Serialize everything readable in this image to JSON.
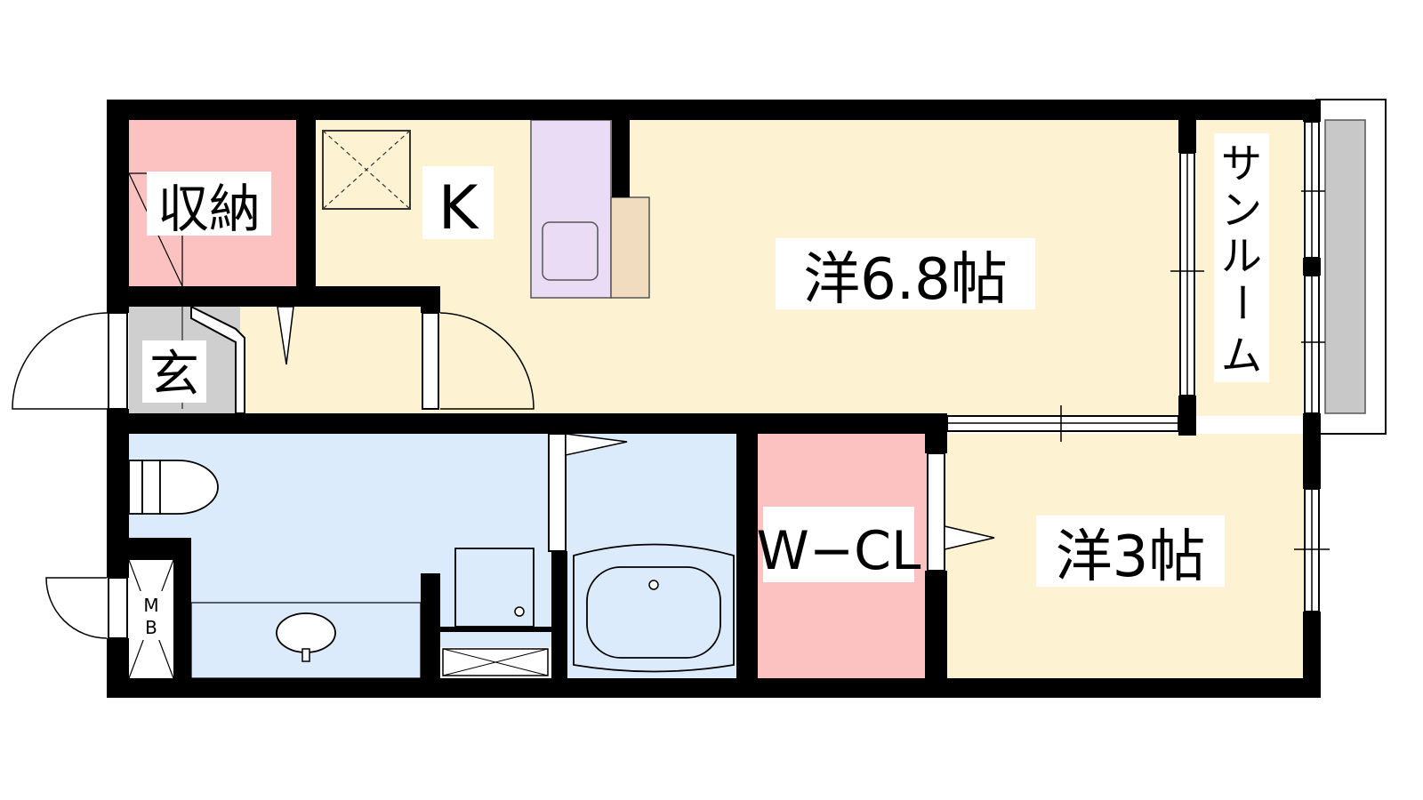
{
  "colors": {
    "wall": "#000000",
    "living_floor": "#fdf2d2",
    "storage_floor": "#fcc1c1",
    "wet_area_floor": "#dcebfb",
    "entrance_floor": "#cfcfcf",
    "kitchen_counter": "#eadcf4",
    "cabinet": "#f1dcc0",
    "sunroom_rail": "#c8c8c8"
  },
  "rooms": {
    "storage_label": "収納",
    "kitchen_label": "K",
    "western_main_label": "洋6.8帖",
    "sunroom_label": [
      "サ",
      "ン",
      "ル",
      "ー",
      "ム"
    ],
    "entrance_label": "玄",
    "walk_in_closet_label": "W−CL",
    "western_small_label": "洋3帖",
    "meter_box_label": [
      "M",
      "B"
    ]
  }
}
